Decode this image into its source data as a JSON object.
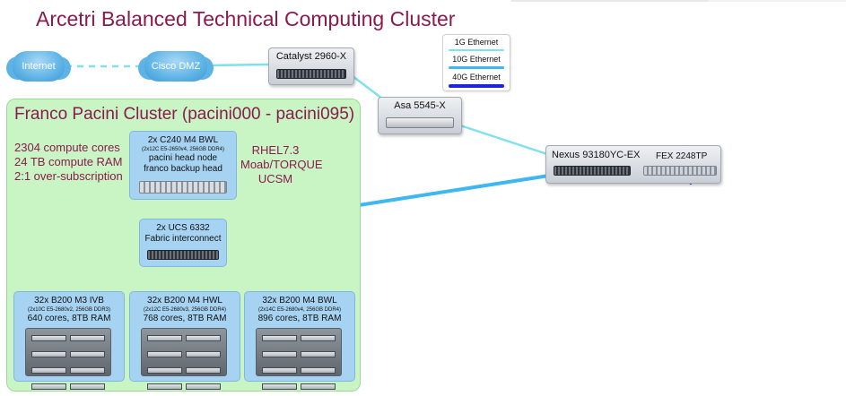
{
  "title": "Arcetri Balanced Technical Computing Cluster",
  "clouds": {
    "internet": "Internet",
    "dmz": "Cisco DMZ"
  },
  "devices": {
    "catalyst": "Catalyst 2960-X",
    "asa": "Asa 5545-X",
    "nexus": "Nexus 93180YC-EX",
    "fex": "FEX 2248TP"
  },
  "legend": {
    "items": [
      {
        "label": "1G Ethernet",
        "color": "#7fe0ee"
      },
      {
        "label": "10G Ethernet",
        "color": "#3fb8f0"
      },
      {
        "label": "40G Ethernet",
        "color": "#1a25e0"
      }
    ]
  },
  "cluster": {
    "title": "Franco Pacini Cluster (pacini000 - pacini095)",
    "stats": [
      "2304 compute cores",
      "24 TB compute RAM",
      "2:1 over-subscription"
    ],
    "software": [
      "RHEL7.3",
      "Moab/TORQUE",
      "UCSM"
    ],
    "head": {
      "line1": "2x C240 M4 BWL",
      "line2": "(2x12C E5-2650v4, 256GB DDR4)",
      "line3": "pacini head node",
      "line4": "franco backup head"
    },
    "fabric": {
      "line1": "2x UCS 6332",
      "line2": "Fabric interconnect"
    },
    "blades": [
      {
        "line1": "32x B200 M3 IVB",
        "line2": "(2x10C E5-2680v2, 256GB DDR3)",
        "line3": "640 cores, 8TB RAM"
      },
      {
        "line1": "32x B200 M4 HWL",
        "line2": "(2x12C E5-2680v3, 256GB DDR4)",
        "line3": "768 cores, 8TB RAM"
      },
      {
        "line1": "32x B200 M4 BWL",
        "line2": "(2x14C E5-2680v4, 256GB DDR4)",
        "line3": "896 cores, 8TB RAM"
      }
    ]
  },
  "colors": {
    "title": "#8b1a4f",
    "cluster_bg": "#c8f5c3",
    "box_bg": "#a6d3f2",
    "link_1g": "#7fe0ee",
    "link_10g": "#3fb8f0",
    "link_40g": "#1a25e0"
  }
}
